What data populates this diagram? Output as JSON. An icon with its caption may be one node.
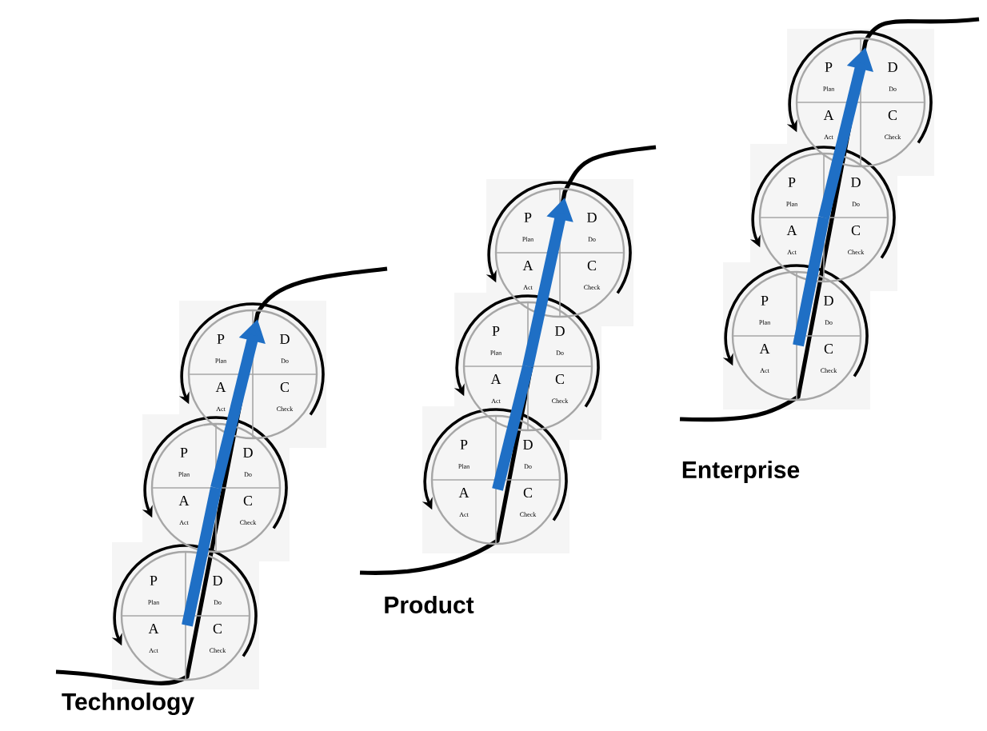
{
  "diagram": {
    "nodes": [
      {
        "text": [
          "P",
          "Plan",
          "D",
          "Do",
          "A",
          "Act",
          "C",
          "Check"
        ]
      },
      {
        "text": [
          "P",
          "Plan",
          "D",
          "Do",
          "A",
          "Act",
          "C",
          "Check"
        ]
      },
      {
        "text": [
          "P",
          "Plan",
          "D",
          "Do",
          "A",
          "Act",
          "C",
          "Check"
        ]
      },
      {
        "text": [
          "P",
          "Plan",
          "D",
          "Do",
          "A",
          "Act",
          "C",
          "Check"
        ]
      },
      {
        "text": [
          "P",
          "Plan",
          "D",
          "Do",
          "A",
          "Act",
          "C",
          "Check"
        ]
      },
      {
        "text": [
          "P",
          "Plan",
          "D",
          "Do",
          "A",
          "Act",
          "C",
          "Check"
        ]
      },
      {
        "text": [
          "P",
          "Plan",
          "D",
          "Do",
          "A",
          "Act",
          "C",
          "Check"
        ]
      },
      {
        "text": [
          "P",
          "Plan",
          "D",
          "Do",
          "A",
          "Act",
          "C",
          "Check"
        ]
      },
      {
        "text": [
          "P",
          "Plan",
          "D",
          "Do",
          "A",
          "Act",
          "C",
          "Check"
        ]
      }
    ],
    "edges": [
      {
        "from": 0,
        "to": 1,
        "arrow": "none"
      },
      {
        "from": 1,
        "to": 2,
        "arrow": "to"
      },
      {
        "from": 3,
        "to": 4,
        "arrow": "none"
      },
      {
        "from": 4,
        "to": 5,
        "arrow": "to"
      },
      {
        "from": 6,
        "to": 7,
        "arrow": "none"
      },
      {
        "from": 7,
        "to": 8,
        "arrow": "to"
      }
    ],
    "labels": [
      "Technology",
      "Product",
      "Enterprise"
    ]
  }
}
